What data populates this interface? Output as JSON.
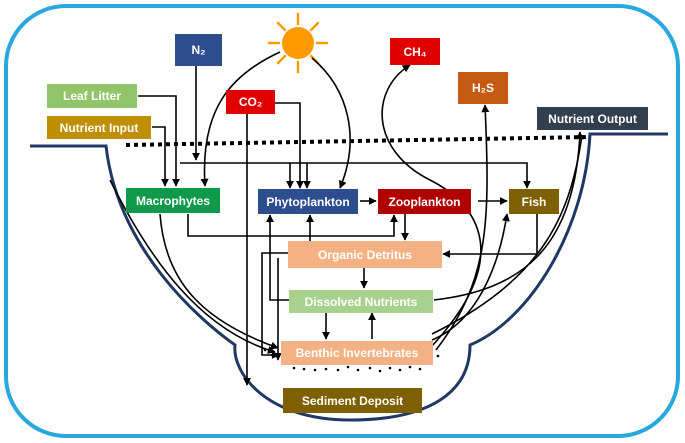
{
  "nodes": {
    "n2": {
      "label": "N₂",
      "color": "#2e4d8f"
    },
    "co2": {
      "label": "CO₂",
      "color": "#e00000"
    },
    "ch4": {
      "label": "CH₄",
      "color": "#e00000"
    },
    "h2s": {
      "label": "H₂S",
      "color": "#c55a11"
    },
    "leaf_litter": {
      "label": "Leaf Litter",
      "color": "#92c46a"
    },
    "nutrient_input": {
      "label": "Nutrient Input",
      "color": "#bf8f00"
    },
    "nutrient_output": {
      "label": "Nutrient Output",
      "color": "#323f4f"
    },
    "macrophytes": {
      "label": "Macrophytes",
      "color": "#0e9a4a"
    },
    "phytoplankton": {
      "label": "Phytoplankton",
      "color": "#2e4d8f"
    },
    "zooplankton": {
      "label": "Zooplankton",
      "color": "#b00000"
    },
    "fish": {
      "label": "Fish",
      "color": "#7f6000"
    },
    "organic_detritus": {
      "label": "Organic Detritus",
      "color": "#f4b183"
    },
    "dissolved_nutrients": {
      "label": "Dissolved Nutrients",
      "color": "#a9d18e"
    },
    "benthic_invertebrates": {
      "label": "Benthic Invertebrates",
      "color": "#f4b183"
    },
    "sediment_deposit": {
      "label": "Sediment Deposit",
      "color": "#7f6000"
    }
  },
  "colors": {
    "frame_border": "#29a8e0",
    "lake_outline": "#1f3864",
    "sun": "#ff9900",
    "arrow": "#000000"
  },
  "icons": [
    "sun-icon"
  ]
}
